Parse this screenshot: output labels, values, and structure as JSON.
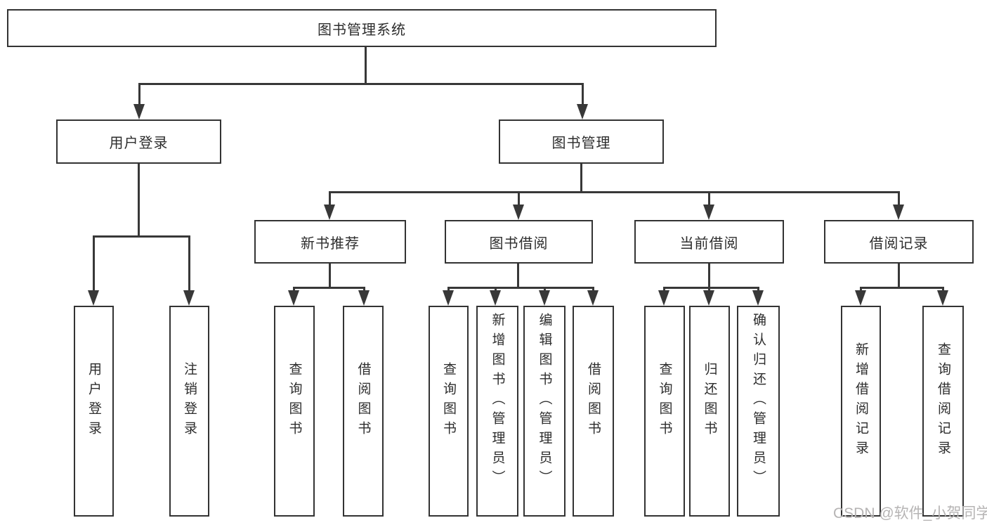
{
  "tree": {
    "label": "图书管理系统",
    "children": [
      {
        "label": "用户登录",
        "children": [
          {
            "label": "用户登录"
          },
          {
            "label": "注销登录"
          }
        ]
      },
      {
        "label": "图书管理",
        "children": [
          {
            "label": "新书推荐",
            "children": [
              {
                "label": "查询图书"
              },
              {
                "label": "借阅图书"
              }
            ]
          },
          {
            "label": "图书借阅",
            "children": [
              {
                "label": "查询图书"
              },
              {
                "label": "新增图书（管理员）"
              },
              {
                "label": "编辑图书（管理员）"
              },
              {
                "label": "借阅图书"
              }
            ]
          },
          {
            "label": "当前借阅",
            "children": [
              {
                "label": "查询图书"
              },
              {
                "label": "归还图书"
              },
              {
                "label": "确认归还（管理员）"
              }
            ]
          },
          {
            "label": "借阅记录",
            "children": [
              {
                "label": "新增借阅记录"
              },
              {
                "label": "查询借阅记录"
              }
            ]
          }
        ]
      }
    ]
  },
  "watermark": {
    "text": "CSDN @软件_小贺同学"
  },
  "colors": {
    "line": "#383838",
    "box_border": "#333333",
    "text": "#2d2d2d",
    "background": "#ffffff",
    "watermark": "#b6b4b4"
  }
}
